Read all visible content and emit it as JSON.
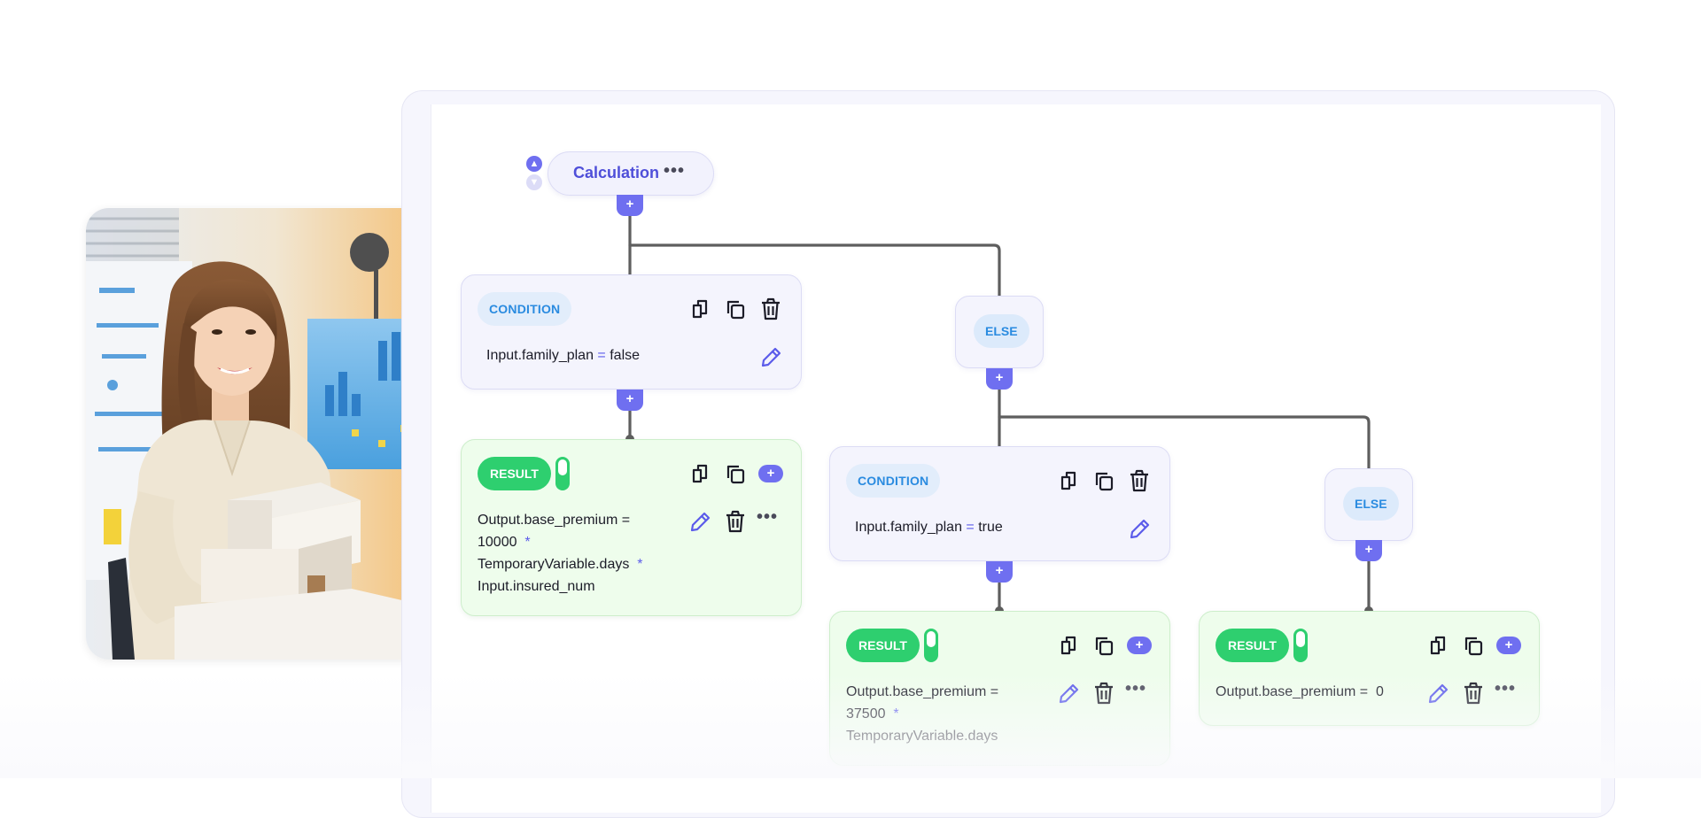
{
  "calculation": {
    "title": "Calculation",
    "more": "•••"
  },
  "labels": {
    "condition": "CONDITION",
    "else": "ELSE",
    "result": "RESULT",
    "plus": "+"
  },
  "condition1": {
    "variable": "Input.family_plan",
    "operator": "=",
    "value": "false"
  },
  "result1": {
    "line1_lhs": "Output.base_premium",
    "line1_eq": "=",
    "line2_num": "10000",
    "line2_op": "*",
    "line3_var": "TemporaryVariable.days",
    "line3_op": "*",
    "line4_var": "Input.insured_num"
  },
  "condition2": {
    "variable": "Input.family_plan",
    "operator": "=",
    "value": "true"
  },
  "result2": {
    "line1_lhs": "Output.base_premium",
    "line1_eq": "=",
    "line2_num": "37500",
    "line2_op": "*",
    "line3_var": "TemporaryVariable.days"
  },
  "result3": {
    "line1_lhs": "Output.base_premium",
    "line1_eq": "=",
    "line1_val": "0"
  },
  "colors": {
    "accent": "#6f6ff0",
    "condition_text": "#2a8be0",
    "result_green": "#2ecf6f",
    "connector": "#5e5e5e"
  }
}
